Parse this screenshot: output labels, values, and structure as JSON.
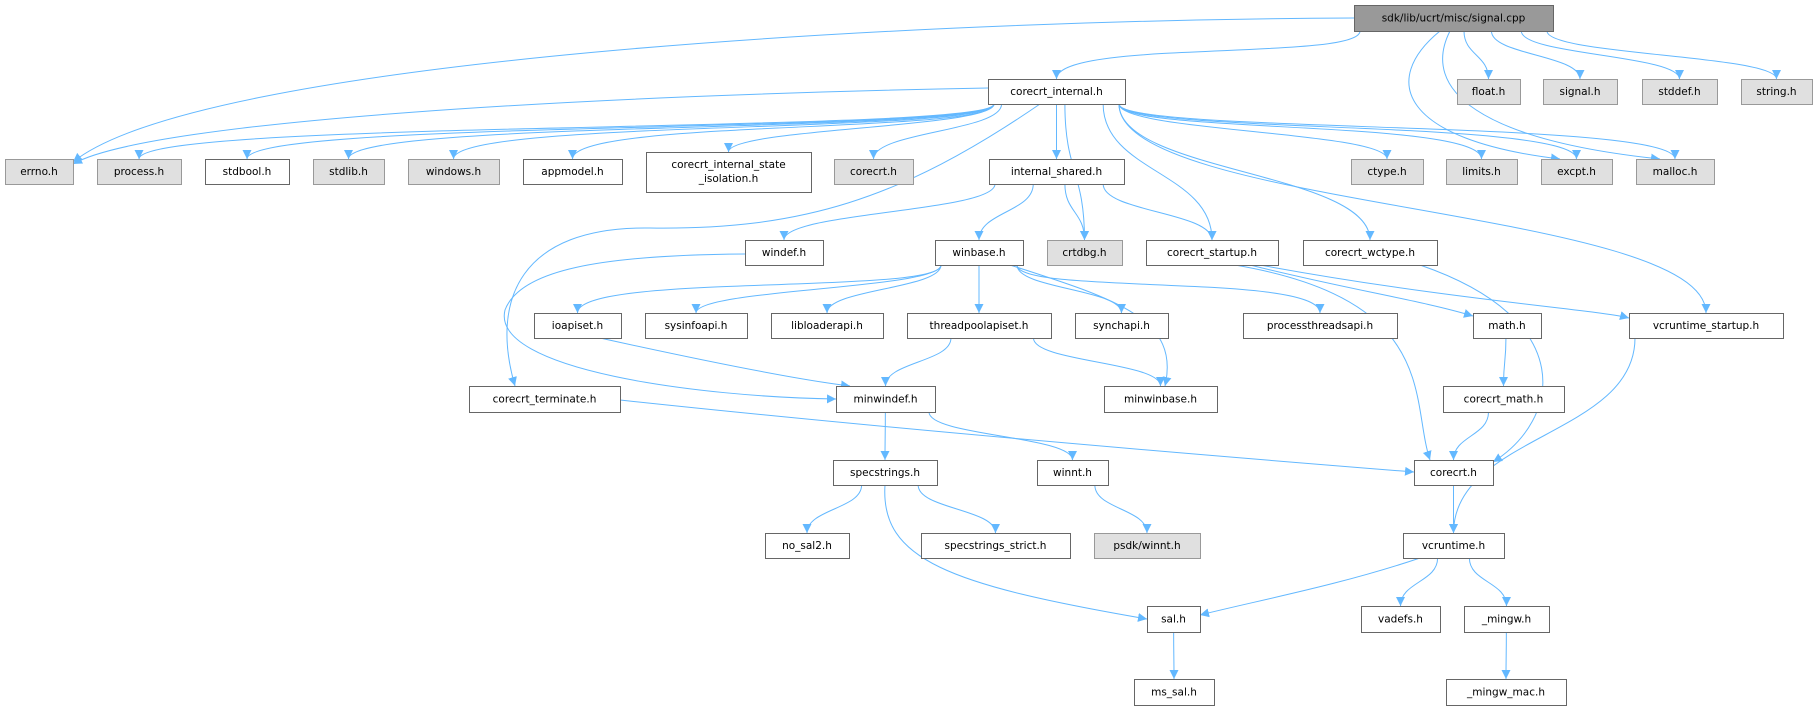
{
  "graph": {
    "edge_color": "#63b8ff",
    "nodes": [
      {
        "id": "root",
        "label": "sdk/lib/ucrt/misc/signal.cpp",
        "style": "root"
      },
      {
        "id": "corecrt_internal",
        "label": "corecrt_internal.h",
        "style": "white"
      },
      {
        "id": "float",
        "label": "float.h",
        "style": "gray"
      },
      {
        "id": "signal",
        "label": "signal.h",
        "style": "gray"
      },
      {
        "id": "stddef",
        "label": "stddef.h",
        "style": "gray"
      },
      {
        "id": "string",
        "label": "string.h",
        "style": "gray"
      },
      {
        "id": "errno",
        "label": "errno.h",
        "style": "gray"
      },
      {
        "id": "process",
        "label": "process.h",
        "style": "gray"
      },
      {
        "id": "stdbool",
        "label": "stdbool.h",
        "style": "white"
      },
      {
        "id": "stdlib",
        "label": "stdlib.h",
        "style": "gray"
      },
      {
        "id": "windows",
        "label": "windows.h",
        "style": "gray"
      },
      {
        "id": "appmodel",
        "label": "appmodel.h",
        "style": "white"
      },
      {
        "id": "isolation",
        "label": "corecrt_internal_state",
        "label2": "_isolation.h",
        "style": "white"
      },
      {
        "id": "corecrt_gray",
        "label": "corecrt.h",
        "style": "gray"
      },
      {
        "id": "internal_shared",
        "label": "internal_shared.h",
        "style": "white"
      },
      {
        "id": "ctype",
        "label": "ctype.h",
        "style": "gray"
      },
      {
        "id": "limits",
        "label": "limits.h",
        "style": "gray"
      },
      {
        "id": "excpt",
        "label": "excpt.h",
        "style": "gray"
      },
      {
        "id": "malloc",
        "label": "malloc.h",
        "style": "gray"
      },
      {
        "id": "windef",
        "label": "windef.h",
        "style": "white"
      },
      {
        "id": "winbase",
        "label": "winbase.h",
        "style": "white"
      },
      {
        "id": "crtdbg",
        "label": "crtdbg.h",
        "style": "gray"
      },
      {
        "id": "corecrt_startup",
        "label": "corecrt_startup.h",
        "style": "white"
      },
      {
        "id": "corecrt_wctype",
        "label": "corecrt_wctype.h",
        "style": "white"
      },
      {
        "id": "ioapiset",
        "label": "ioapiset.h",
        "style": "white"
      },
      {
        "id": "sysinfoapi",
        "label": "sysinfoapi.h",
        "style": "white"
      },
      {
        "id": "libloaderapi",
        "label": "libloaderapi.h",
        "style": "white"
      },
      {
        "id": "threadpoolapiset",
        "label": "threadpoolapiset.h",
        "style": "white"
      },
      {
        "id": "synchapi",
        "label": "synchapi.h",
        "style": "white"
      },
      {
        "id": "processthreadsapi",
        "label": "processthreadsapi.h",
        "style": "white"
      },
      {
        "id": "math",
        "label": "math.h",
        "style": "white"
      },
      {
        "id": "vcruntime_startup",
        "label": "vcruntime_startup.h",
        "style": "white"
      },
      {
        "id": "corecrt_terminate",
        "label": "corecrt_terminate.h",
        "style": "white"
      },
      {
        "id": "minwindef",
        "label": "minwindef.h",
        "style": "white"
      },
      {
        "id": "minwinbase",
        "label": "minwinbase.h",
        "style": "white"
      },
      {
        "id": "corecrt_math",
        "label": "corecrt_math.h",
        "style": "white"
      },
      {
        "id": "specstrings",
        "label": "specstrings.h",
        "style": "white"
      },
      {
        "id": "winnt",
        "label": "winnt.h",
        "style": "white"
      },
      {
        "id": "corecrt",
        "label": "corecrt.h",
        "style": "white"
      },
      {
        "id": "no_sal2",
        "label": "no_sal2.h",
        "style": "white"
      },
      {
        "id": "specstrings_strict",
        "label": "specstrings_strict.h",
        "style": "white"
      },
      {
        "id": "psdk_winnt",
        "label": "psdk/winnt.h",
        "style": "gray"
      },
      {
        "id": "vcruntime",
        "label": "vcruntime.h",
        "style": "white"
      },
      {
        "id": "sal",
        "label": "sal.h",
        "style": "white"
      },
      {
        "id": "vadefs",
        "label": "vadefs.h",
        "style": "white"
      },
      {
        "id": "mingw",
        "label": "_mingw.h",
        "style": "white"
      },
      {
        "id": "ms_sal",
        "label": "ms_sal.h",
        "style": "white"
      },
      {
        "id": "mingw_mac",
        "label": "_mingw_mac.h",
        "style": "white"
      }
    ],
    "edges": [
      [
        "root",
        "errno"
      ],
      [
        "root",
        "corecrt_internal"
      ],
      [
        "root",
        "float"
      ],
      [
        "root",
        "signal"
      ],
      [
        "root",
        "stddef"
      ],
      [
        "root",
        "string"
      ],
      [
        "root",
        "excpt"
      ],
      [
        "root",
        "malloc"
      ],
      [
        "corecrt_internal",
        "errno"
      ],
      [
        "corecrt_internal",
        "process"
      ],
      [
        "corecrt_internal",
        "stdbool"
      ],
      [
        "corecrt_internal",
        "stdlib"
      ],
      [
        "corecrt_internal",
        "windows"
      ],
      [
        "corecrt_internal",
        "appmodel"
      ],
      [
        "corecrt_internal",
        "isolation"
      ],
      [
        "corecrt_internal",
        "corecrt_gray"
      ],
      [
        "corecrt_internal",
        "internal_shared"
      ],
      [
        "corecrt_internal",
        "crtdbg"
      ],
      [
        "corecrt_internal",
        "corecrt_startup"
      ],
      [
        "corecrt_internal",
        "corecrt_wctype"
      ],
      [
        "corecrt_internal",
        "ctype"
      ],
      [
        "corecrt_internal",
        "limits"
      ],
      [
        "corecrt_internal",
        "excpt"
      ],
      [
        "corecrt_internal",
        "malloc"
      ],
      [
        "corecrt_internal",
        "vcruntime_startup"
      ],
      [
        "corecrt_internal",
        "corecrt_terminate"
      ],
      [
        "internal_shared",
        "windef"
      ],
      [
        "internal_shared",
        "winbase"
      ],
      [
        "internal_shared",
        "crtdbg"
      ],
      [
        "internal_shared",
        "corecrt_startup"
      ],
      [
        "windef",
        "minwindef"
      ],
      [
        "winbase",
        "ioapiset"
      ],
      [
        "winbase",
        "sysinfoapi"
      ],
      [
        "winbase",
        "libloaderapi"
      ],
      [
        "winbase",
        "threadpoolapiset"
      ],
      [
        "winbase",
        "synchapi"
      ],
      [
        "winbase",
        "processthreadsapi"
      ],
      [
        "winbase",
        "minwinbase"
      ],
      [
        "corecrt_startup",
        "math"
      ],
      [
        "corecrt_startup",
        "vcruntime_startup"
      ],
      [
        "corecrt_startup",
        "corecrt"
      ],
      [
        "corecrt_wctype",
        "corecrt"
      ],
      [
        "vcruntime_startup",
        "vcruntime"
      ],
      [
        "ioapiset",
        "minwindef"
      ],
      [
        "threadpoolapiset",
        "minwindef"
      ],
      [
        "threadpoolapiset",
        "minwinbase"
      ],
      [
        "math",
        "corecrt_math"
      ],
      [
        "corecrt_math",
        "corecrt"
      ],
      [
        "corecrt_terminate",
        "corecrt"
      ],
      [
        "minwindef",
        "specstrings"
      ],
      [
        "minwindef",
        "winnt"
      ],
      [
        "specstrings",
        "no_sal2"
      ],
      [
        "specstrings",
        "specstrings_strict"
      ],
      [
        "specstrings",
        "sal"
      ],
      [
        "winnt",
        "psdk_winnt"
      ],
      [
        "corecrt",
        "vcruntime"
      ],
      [
        "vcruntime",
        "sal"
      ],
      [
        "vcruntime",
        "vadefs"
      ],
      [
        "vcruntime",
        "mingw"
      ],
      [
        "sal",
        "ms_sal"
      ],
      [
        "mingw",
        "mingw_mac"
      ]
    ]
  }
}
